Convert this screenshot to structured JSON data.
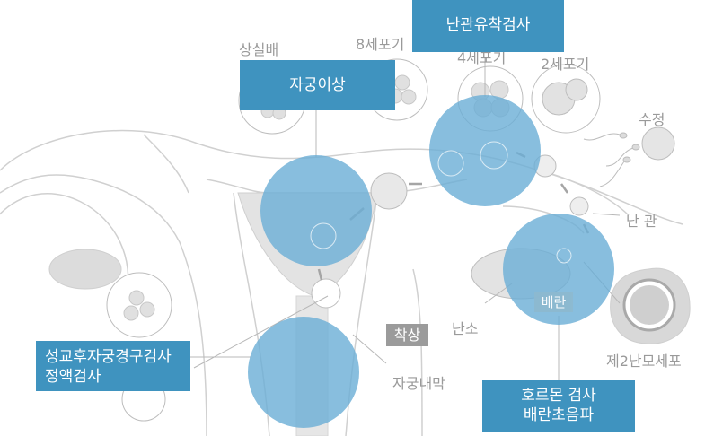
{
  "labels": {
    "sangsilbae": "상실배",
    "cell8": "8세포기",
    "cell4": "4세포기",
    "cell2": "2세포기",
    "fertilization": "수정",
    "tube": "난 관",
    "ovary": "난소",
    "oocyte": "제2난모세포",
    "endometrium": "자궁내막",
    "implantation": "착상",
    "ovulation": "배란"
  },
  "boxes": {
    "tube_test": "난관유착검사",
    "uterus": "자궁이상",
    "postcoital_line1": "성교후자궁경구검사",
    "postcoital_line2": "정액검사",
    "hormone_line1": "호르몬 검사",
    "hormone_line2": "배란초음파"
  },
  "colors": {
    "highlight_circle": "#6aaed6",
    "box_fill": "#3f93bf",
    "line_gray": "#cccccc",
    "label_gray": "#9a9a9a"
  }
}
